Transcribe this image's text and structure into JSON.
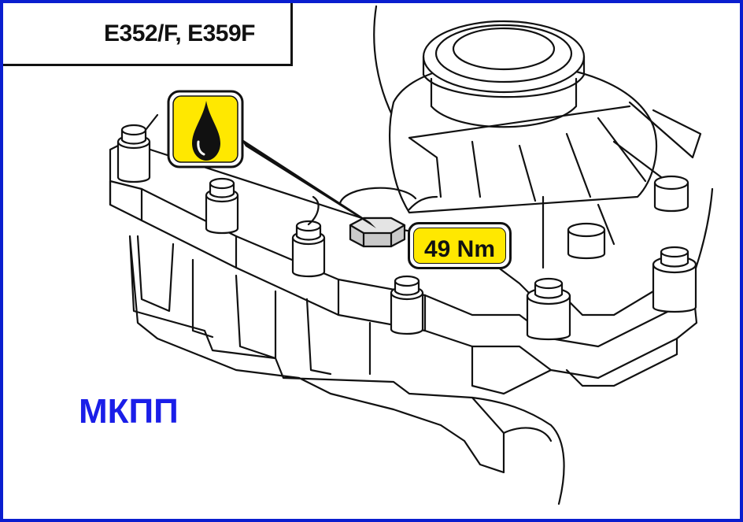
{
  "model_label": "E352/F, E359F",
  "torque_label": "49 Nm",
  "caption": "МКПП",
  "colors": {
    "frame": "#0a1ecf",
    "caption": "#1a1ee8",
    "badge_fill": "#ffe800",
    "line": "#111111"
  },
  "icons": [
    "transmission-icon",
    "oil-drop-icon"
  ]
}
